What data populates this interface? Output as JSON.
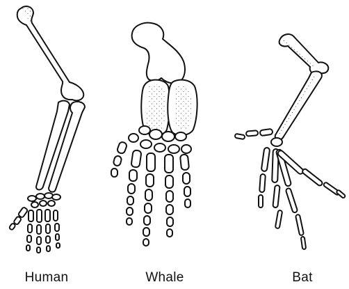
{
  "labels": {
    "human": "Human",
    "whale": "Whale",
    "bat": "Bat"
  },
  "colors": {
    "ink": "#111111",
    "background": "#ffffff"
  }
}
